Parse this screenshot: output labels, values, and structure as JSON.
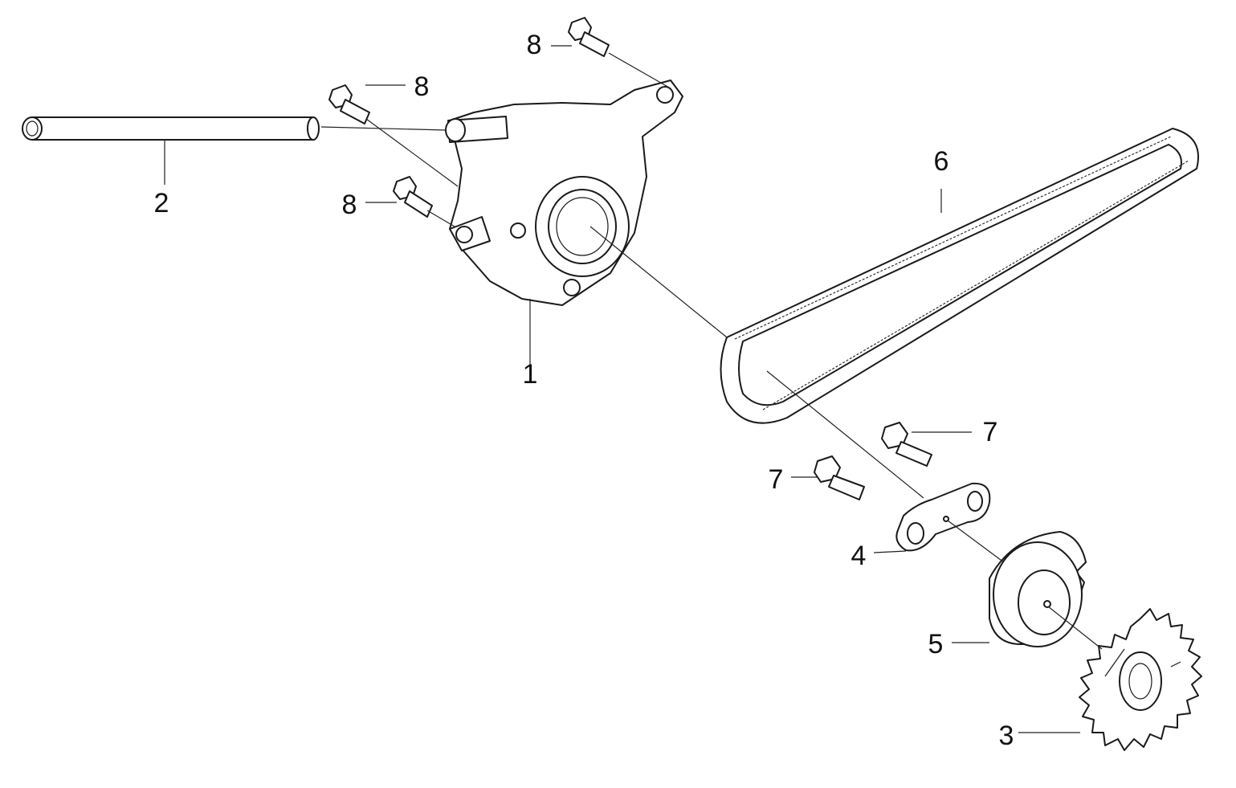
{
  "callouts": {
    "c1": "1",
    "c2": "2",
    "c3": "3",
    "c4": "4",
    "c5": "5",
    "c6": "6",
    "c7a": "7",
    "c7b": "7",
    "c8a": "8",
    "c8b": "8",
    "c8c": "8"
  }
}
